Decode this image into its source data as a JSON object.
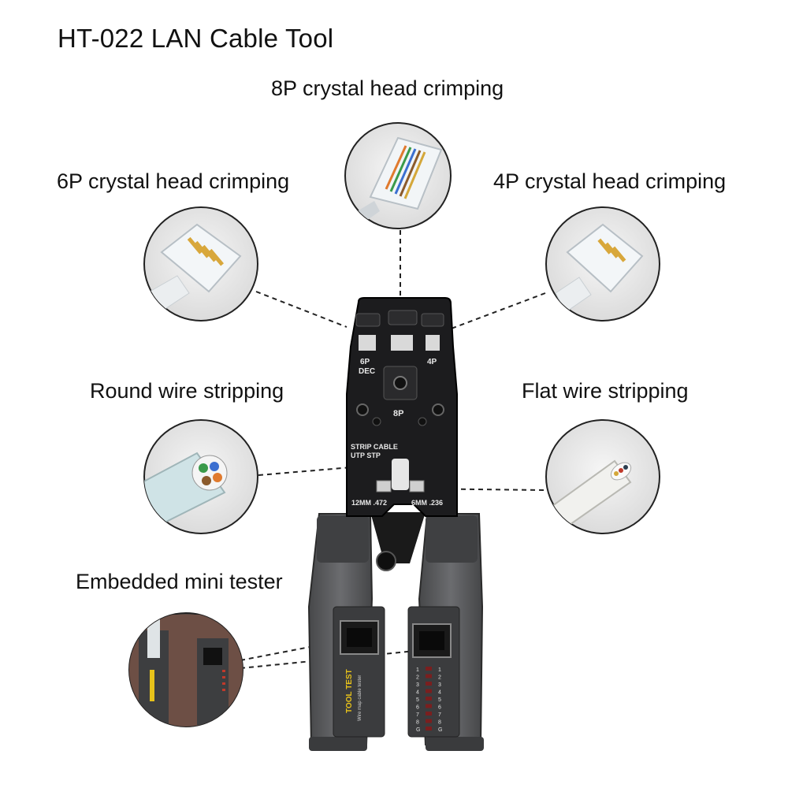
{
  "title": "HT-022 LAN Cable Tool",
  "callouts": {
    "crimp_8p": "8P crystal head crimping",
    "crimp_6p": "6P crystal head crimping",
    "crimp_4p": "4P crystal head crimping",
    "round_strip": "Round wire stripping",
    "flat_strip": "Flat wire stripping",
    "mini_tester": "Embedded mini tester"
  },
  "tool_markings": {
    "die_6p": "6P",
    "die_dec": "DEC",
    "die_4p": "4P",
    "die_8p": "8P",
    "strip_cable": "STRIP CABLE",
    "utp_stp": "UTP STP",
    "blade_12mm": "12MM .472",
    "blade_6mm": "6MM .236",
    "tester_brand": "TOOL TEST",
    "tester_sub": "Wire map cable tester"
  },
  "tester_leds": [
    "1",
    "2",
    "3",
    "4",
    "5",
    "6",
    "7",
    "8",
    "G"
  ],
  "colors": {
    "tool_body": "#1c1c1e",
    "handle": "#5b5c5e",
    "leader_line": "#222222",
    "circle_bg": "#ececec",
    "brand_yellow": "#e7c21a"
  }
}
